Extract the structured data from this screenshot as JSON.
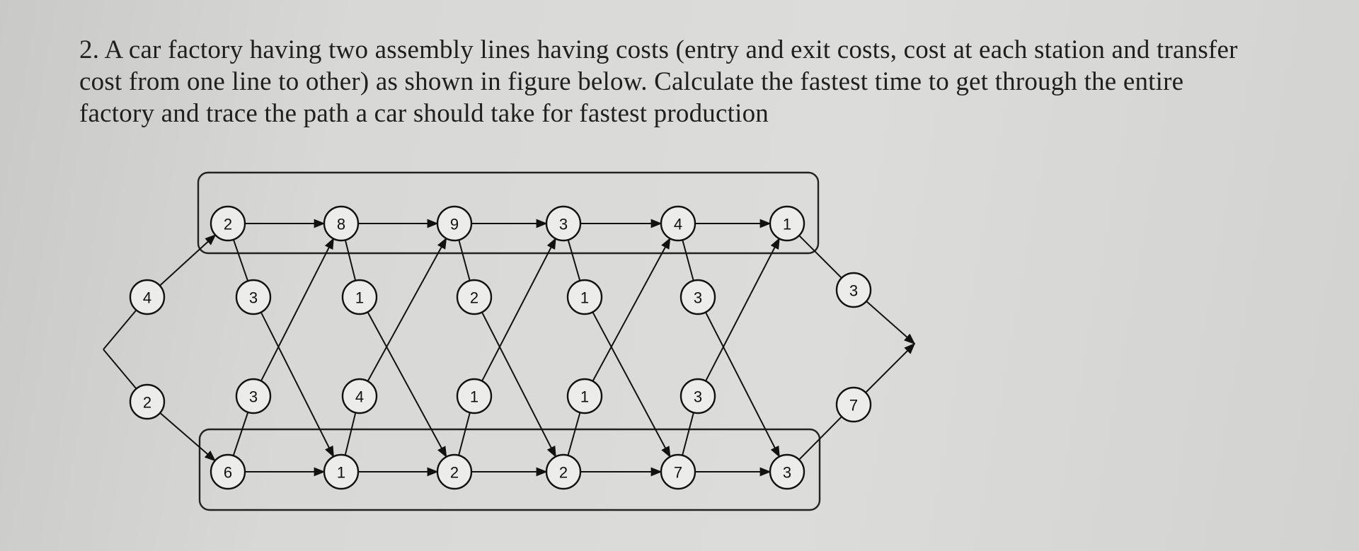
{
  "question": {
    "text": "2. A car factory having two assembly lines having costs (entry and exit costs, cost at each station and transfer cost from one line to other) as shown in figure below. Calculate the fastest time to get through the entire factory and trace the path a car should take for fastest production"
  },
  "diagram": {
    "entry": {
      "line1": "4",
      "line2": "2"
    },
    "line1_stations": [
      "2",
      "8",
      "9",
      "3",
      "4",
      "1"
    ],
    "line2_stations": [
      "6",
      "1",
      "2",
      "2",
      "7",
      "3"
    ],
    "transfer_1_to_2": [
      "3",
      "1",
      "2",
      "1",
      "3"
    ],
    "transfer_2_to_1": [
      "3",
      "4",
      "1",
      "1",
      "3"
    ],
    "exit": {
      "line1": "3",
      "line2": "7"
    }
  }
}
